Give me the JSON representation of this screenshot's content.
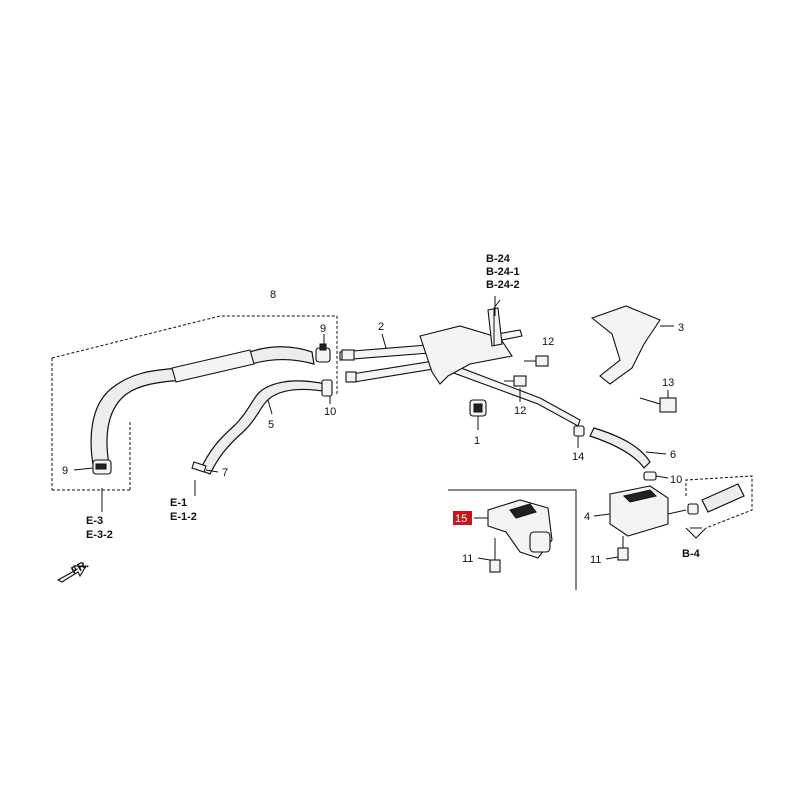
{
  "callouts": {
    "p1": "1",
    "p2": "2",
    "p3": "3",
    "p4": "4",
    "p5": "5",
    "p6": "6",
    "p7": "7",
    "p8": "8",
    "p9a": "9",
    "p9b": "9",
    "p10a": "10",
    "p10b": "10",
    "p11a": "11",
    "p11b": "11",
    "p12a": "12",
    "p12b": "12",
    "p13": "13",
    "p14": "14",
    "p15": "15"
  },
  "refs": {
    "b24": "B-24",
    "b24_1": "B-24-1",
    "b24_2": "B-24-2",
    "e1": "E-1",
    "e1_2": "E-1-2",
    "e3": "E-3",
    "e3_2": "E-3-2",
    "b4": "B-4"
  },
  "front_marker": "FR.",
  "colors": {
    "highlight": "#c4161c",
    "line": "#111111",
    "hose_fill": "#ededed"
  }
}
